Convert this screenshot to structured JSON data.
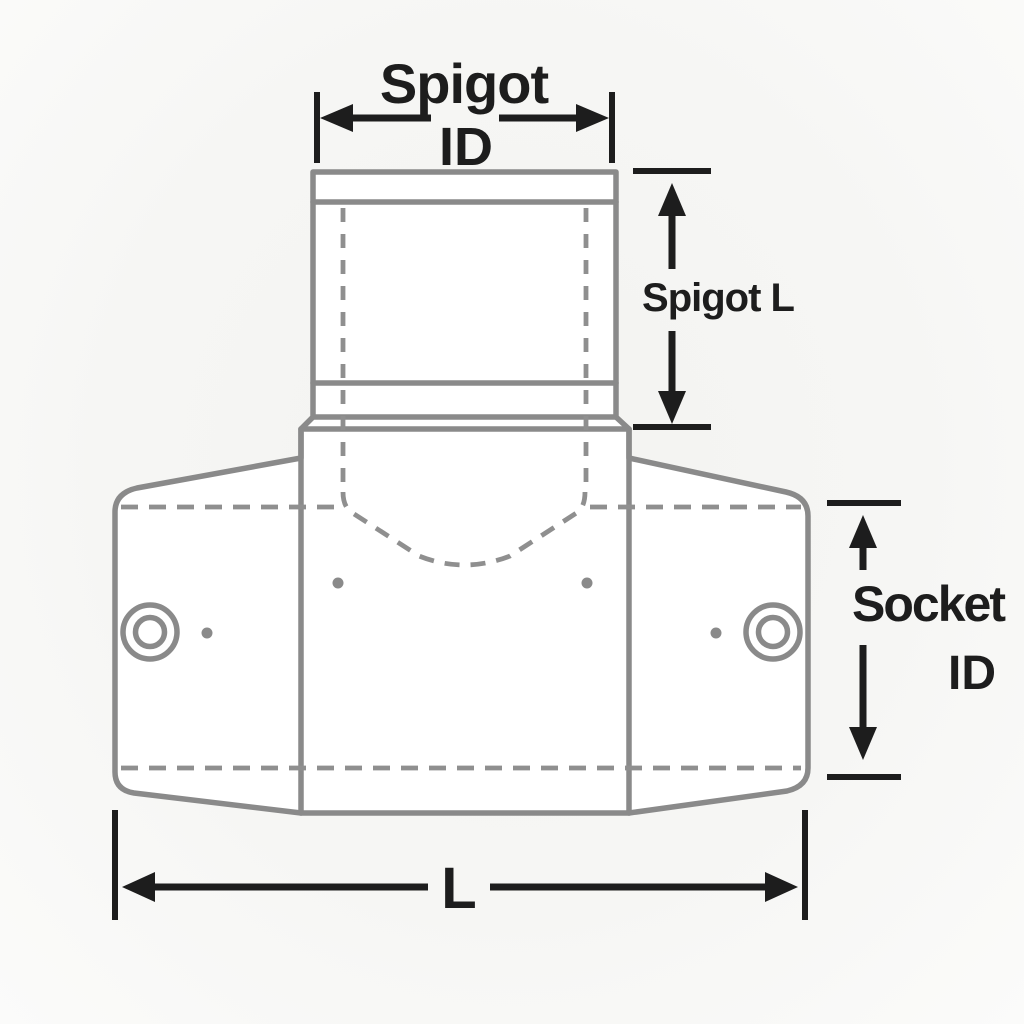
{
  "drawing": {
    "subject": "tee-pipe-fitting-dimension-diagram",
    "colors": {
      "background": "#f5f5f3",
      "fitting_line": "#8a8a8a",
      "fitting_fill": "#ffffff",
      "dimension": "#1d1d1d"
    },
    "labels": {
      "spigot_id": {
        "line1": "Spigot",
        "line2": "ID"
      },
      "spigot_length": {
        "text": "Spigot L"
      },
      "socket_id": {
        "line1": "Socket",
        "line2": "ID"
      },
      "overall_length": {
        "text": "L"
      }
    }
  }
}
